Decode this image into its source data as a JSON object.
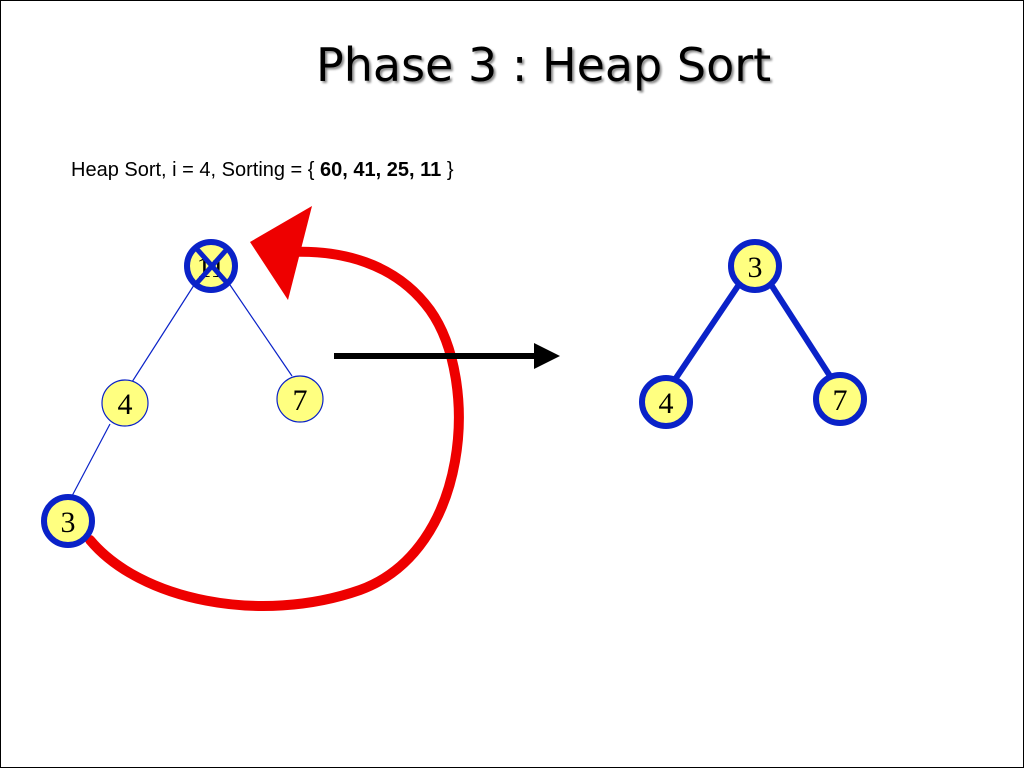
{
  "title": "Phase 3 : Heap Sort",
  "caption": {
    "prefix": "Heap Sort, i = 4, Sorting = { ",
    "sorted": "60, 41, 25, 11",
    "suffix": " }"
  },
  "colors": {
    "node_fill": "#ffff80",
    "node_border": "#0a22c8",
    "edge": "#0a22c8",
    "arrow_red": "#ee0000",
    "arrow_black": "#000000"
  },
  "left_tree": {
    "root": "11",
    "left": "4",
    "right": "7",
    "left_left": "3"
  },
  "right_tree": {
    "root": "3",
    "left": "4",
    "right": "7"
  }
}
